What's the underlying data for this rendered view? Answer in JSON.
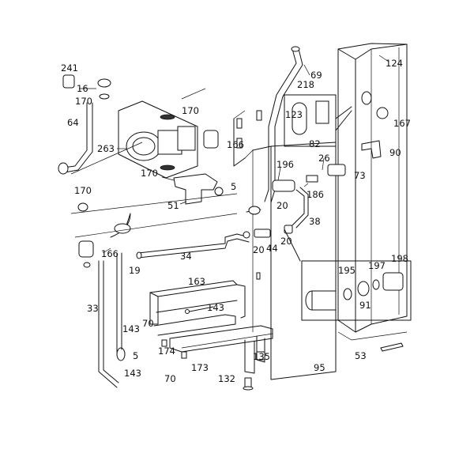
{
  "diagram": {
    "colors": {
      "line": "#111111",
      "paper": "#ffffff"
    },
    "callouts": [
      {
        "id": "c241",
        "text": "241"
      },
      {
        "id": "c16",
        "text": "16"
      },
      {
        "id": "c170a",
        "text": "170"
      },
      {
        "id": "c64",
        "text": "64"
      },
      {
        "id": "c263",
        "text": "263"
      },
      {
        "id": "c170b",
        "text": "170"
      },
      {
        "id": "c170c",
        "text": "170"
      },
      {
        "id": "c166a",
        "text": "166"
      },
      {
        "id": "c170d",
        "text": "170"
      },
      {
        "id": "c51",
        "text": "51"
      },
      {
        "id": "c5a",
        "text": "5"
      },
      {
        "id": "c166b",
        "text": "166"
      },
      {
        "id": "c19",
        "text": "19"
      },
      {
        "id": "c34",
        "text": "34"
      },
      {
        "id": "c33",
        "text": "33"
      },
      {
        "id": "c163",
        "text": "163"
      },
      {
        "id": "c143a",
        "text": "143"
      },
      {
        "id": "c70a",
        "text": "70"
      },
      {
        "id": "c143b",
        "text": "143"
      },
      {
        "id": "c5b",
        "text": "5"
      },
      {
        "id": "c174",
        "text": "174"
      },
      {
        "id": "c143c",
        "text": "143"
      },
      {
        "id": "c70b",
        "text": "70"
      },
      {
        "id": "c173",
        "text": "173"
      },
      {
        "id": "c135",
        "text": "135"
      },
      {
        "id": "c132",
        "text": "132"
      },
      {
        "id": "c95",
        "text": "95"
      },
      {
        "id": "c53",
        "text": "53"
      },
      {
        "id": "c20a",
        "text": "20"
      },
      {
        "id": "c20b",
        "text": "20"
      },
      {
        "id": "c20c",
        "text": "20"
      },
      {
        "id": "c44",
        "text": "44"
      },
      {
        "id": "c38",
        "text": "38"
      },
      {
        "id": "c196",
        "text": "196"
      },
      {
        "id": "c186",
        "text": "186"
      },
      {
        "id": "c26",
        "text": "26"
      },
      {
        "id": "c73",
        "text": "73"
      },
      {
        "id": "c69",
        "text": "69"
      },
      {
        "id": "c218",
        "text": "218"
      },
      {
        "id": "c123",
        "text": "123"
      },
      {
        "id": "c82",
        "text": "82"
      },
      {
        "id": "c124",
        "text": "124"
      },
      {
        "id": "c167",
        "text": "167"
      },
      {
        "id": "c90",
        "text": "90"
      },
      {
        "id": "c195",
        "text": "195"
      },
      {
        "id": "c197",
        "text": "197"
      },
      {
        "id": "c198",
        "text": "198"
      },
      {
        "id": "c91",
        "text": "91"
      }
    ]
  }
}
